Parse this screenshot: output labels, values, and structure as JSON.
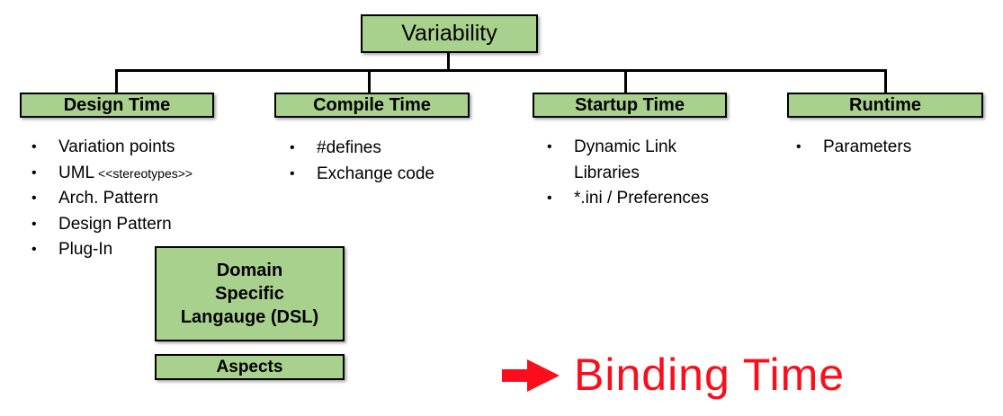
{
  "root": {
    "title": "Variability"
  },
  "columns": [
    {
      "header": "Design Time",
      "items": [
        {
          "text": "Variation points"
        },
        {
          "text": "UML",
          "small": "<<stereotypes>>"
        },
        {
          "text": "Arch. Pattern"
        },
        {
          "text": "Design Pattern"
        },
        {
          "text": "Plug-In"
        }
      ]
    },
    {
      "header": "Compile Time",
      "items": [
        {
          "text": "#defines"
        },
        {
          "text": "Exchange code"
        }
      ]
    },
    {
      "header": "Startup Time",
      "items": [
        {
          "text": "Dynamic Link Libraries"
        },
        {
          "text": "*.ini / Preferences"
        }
      ]
    },
    {
      "header": "Runtime",
      "items": [
        {
          "text": "Parameters"
        }
      ]
    }
  ],
  "extra_boxes": {
    "dsl": {
      "lines": [
        "Domain",
        "Specific",
        "Langauge (DSL)"
      ]
    },
    "aspects": {
      "label": "Aspects"
    }
  },
  "annotation": {
    "arrow_icon": "right-arrow",
    "label": "Binding Time"
  },
  "colors": {
    "box_fill": "#a9d18e",
    "box_border": "#000000",
    "connector": "#000000",
    "annotation_red": "#fb0d1b",
    "text": "#000000",
    "background": "#ffffff"
  }
}
